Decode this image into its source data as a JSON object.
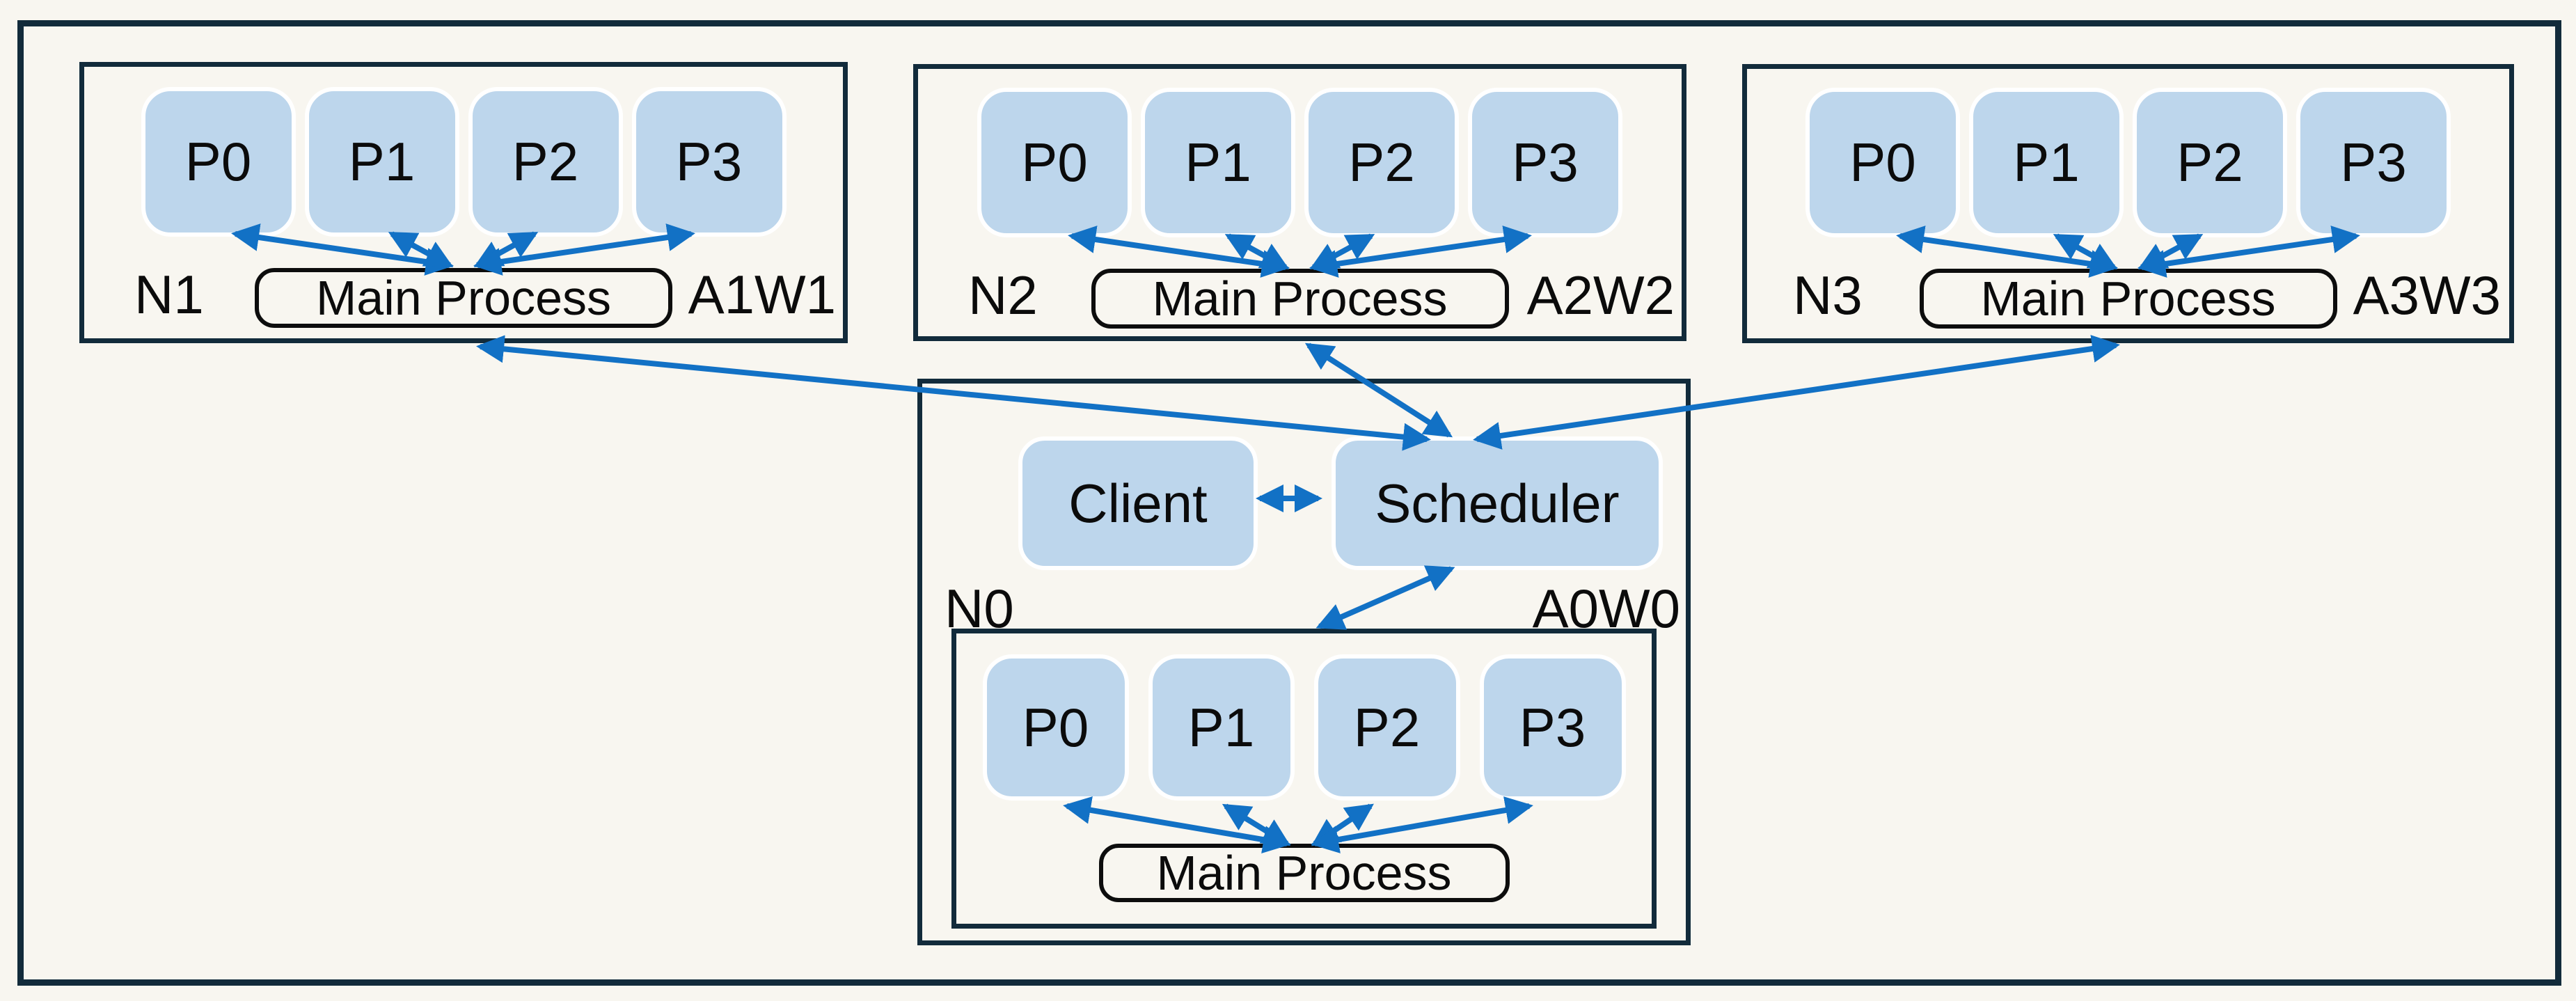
{
  "diagram": {
    "colors": {
      "background": "#f8f6f0",
      "frame_border": "#122b3b",
      "process_fill": "#bdd6ec",
      "arrow_blue": "#1271c5",
      "pill_border": "#0d0d0d"
    },
    "workers": [
      {
        "node_label": "N1",
        "worker_label": "A1W1",
        "processes": [
          "P0",
          "P1",
          "P2",
          "P3"
        ],
        "main_process_label": "Main Process"
      },
      {
        "node_label": "N2",
        "worker_label": "A2W2",
        "processes": [
          "P0",
          "P1",
          "P2",
          "P3"
        ],
        "main_process_label": "Main Process"
      },
      {
        "node_label": "N3",
        "worker_label": "A3W3",
        "processes": [
          "P0",
          "P1",
          "P2",
          "P3"
        ],
        "main_process_label": "Main Process"
      }
    ],
    "head_node": {
      "node_label": "N0",
      "worker_label": "A0W0",
      "client_label": "Client",
      "scheduler_label": "Scheduler",
      "inner_worker": {
        "processes": [
          "P0",
          "P1",
          "P2",
          "P3"
        ],
        "main_process_label": "Main Process"
      }
    }
  }
}
